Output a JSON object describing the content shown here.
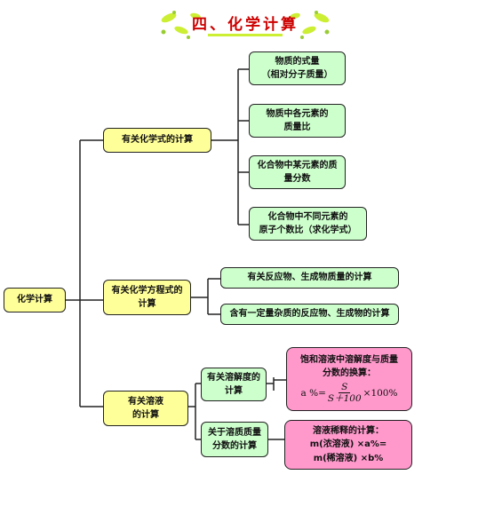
{
  "title": "四、化学计算",
  "root": "化学计算",
  "branches": [
    {
      "label": "有关化学式的计算",
      "children": [
        "物质的式量\n（相对分子质量）",
        "物质中各元素的\n质量比",
        "化合物中某元素的质\n量分数",
        "化合物中不同元素的\n原子个数比（求化学式）"
      ]
    },
    {
      "label": "有关化学方程式的\n计算",
      "children": [
        "有关反应物、生成物质量的计算",
        "含有一定量杂质的反应物、生成物的计算"
      ]
    },
    {
      "label": "有关溶液\n的计算",
      "children": [
        {
          "label": "有关溶解度的\n计算",
          "detail": {
            "heading": "饱和溶液中溶解度与质量\n分数的换算：",
            "formula_prefix": "a %=",
            "numerator": "S",
            "denominator": "S＋100",
            "formula_suffix": "×100%"
          }
        },
        {
          "label": "关于溶质质量\n分数的计算",
          "detail": {
            "heading": "溶液稀释的计算：",
            "line1": "m(浓溶液)  ×a%=",
            "line2": "m(稀溶液)  ×b%"
          }
        }
      ]
    }
  ],
  "colors": {
    "green": "#ccffcc",
    "yellow": "#ffff99",
    "pink": "#ff99cc",
    "title": "#cc0000",
    "banner": "#ccee33"
  }
}
